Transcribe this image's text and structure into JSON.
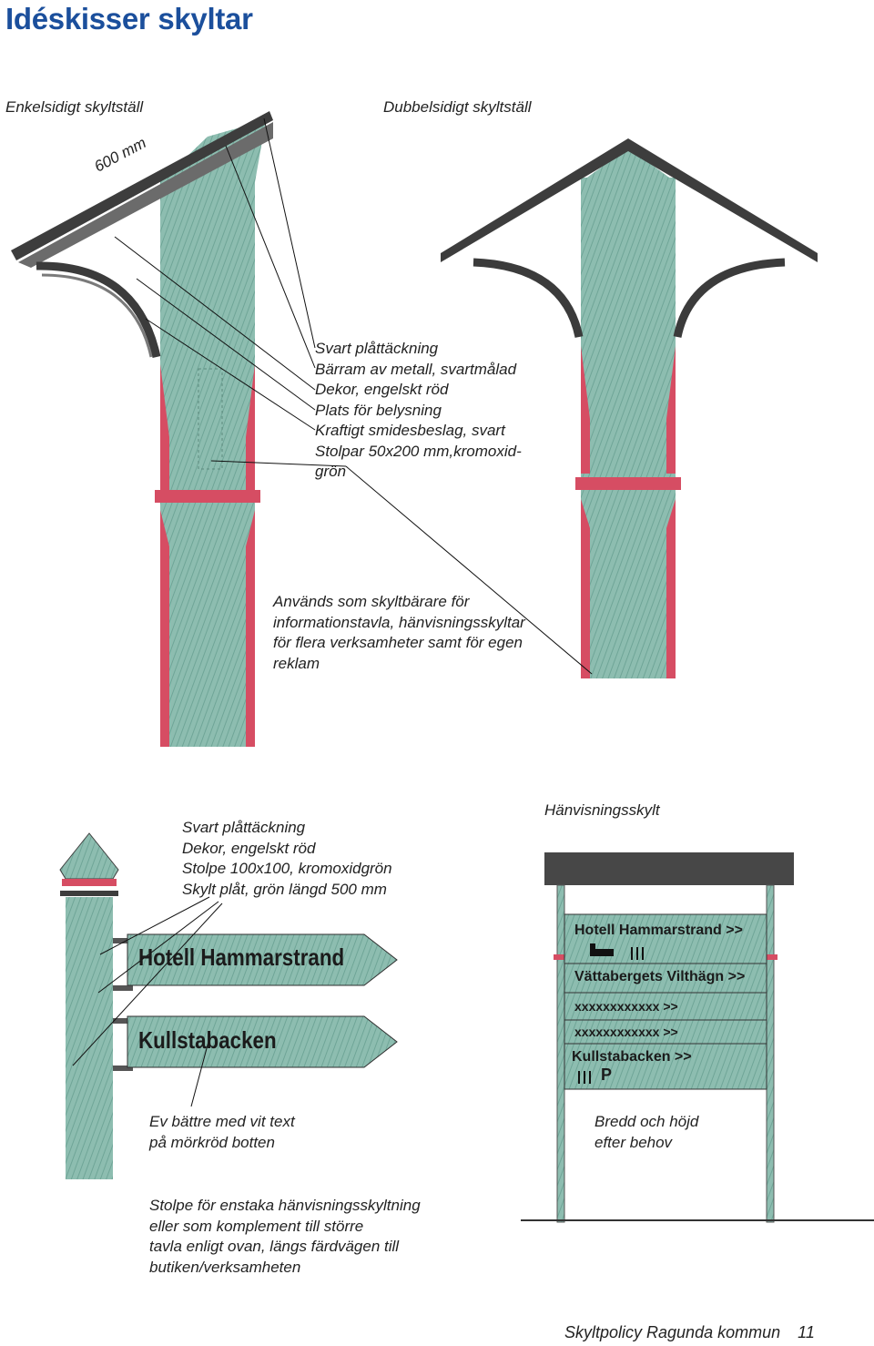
{
  "page": {
    "title": "Idéskisser skyltar",
    "footer": "Skyltpolicy Ragunda kommun",
    "page_number": "11"
  },
  "top_left": {
    "label": "Enkelsidigt skyltställ",
    "dimension": "600 mm"
  },
  "top_right": {
    "label": "Dubbelsidigt skyltställ"
  },
  "legend_top": [
    "Svart plåttäckning",
    "Bärram av metall, svartmålad",
    "Dekor, engelskt röd",
    "Plats för belysning",
    "Kraftigt smidesbeslag, svart",
    "Stolpar 50x200 mm,kromoxid-",
    "grön"
  ],
  "usage_text": [
    "Används som skyltbärare för",
    "informationstavla, hänvisningsskyltar",
    "för flera verksamheter samt för egen",
    "reklam"
  ],
  "legend_bottom": [
    "Svart plåttäckning",
    "Dekor, engelskt röd",
    "Stolpe 100x100, kromoxidgrön",
    "Skylt plåt, grön längd 500 mm"
  ],
  "arrow_signs": [
    "Hotell Hammarstrand",
    "Kullstabacken"
  ],
  "arrow_note": [
    "Ev bättre med vit text",
    "på mörkröd botten"
  ],
  "post_note": [
    "Stolpe för enstaka hänvisningsskyltning",
    "eller som komplement till större",
    "tavla enligt ovan, längs färdvägen till",
    "butiken/verksamheten"
  ],
  "board": {
    "label": "Hänvisningsskylt",
    "rows": [
      "Hotell Hammarstrand >>",
      "Vättabergets Vilthägn >>",
      "xxxxxxxxxxxx  >>",
      "xxxxxxxxxxxx  >>",
      "Kullstabacken >>"
    ],
    "parking": "P",
    "note": [
      "Bredd och höjd",
      "efter behov"
    ]
  },
  "colors": {
    "title": "#1b4f9c",
    "post_green": "#7fb3a5",
    "decor_red": "#d64d63",
    "roof_dark": "#3d3d3d"
  }
}
